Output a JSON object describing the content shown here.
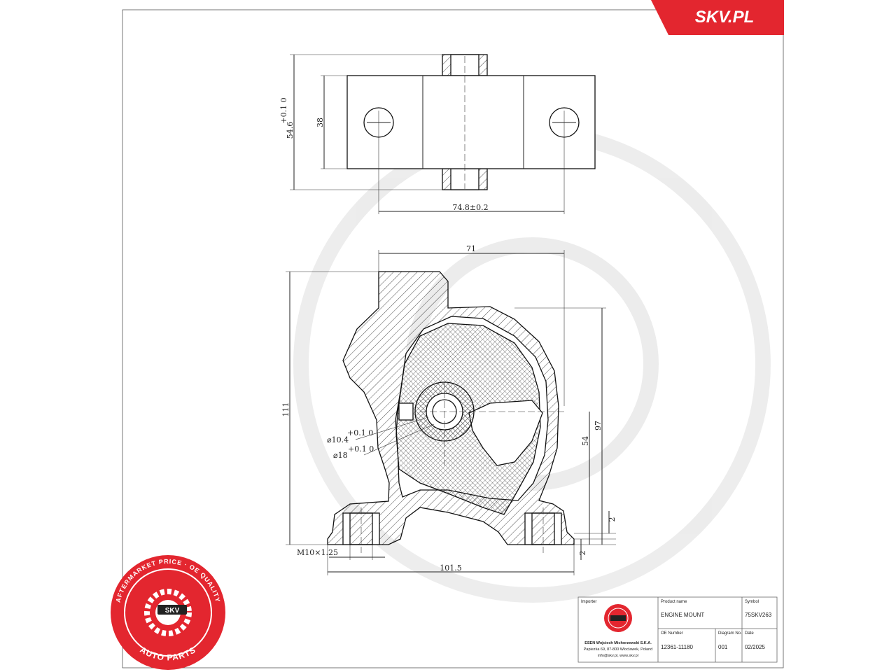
{
  "brand": {
    "logo_text": "SKV.PL",
    "accent_color": "#e3262f"
  },
  "badge": {
    "ring_text": "AFTERMARKET PRICE · OE QUALITY",
    "center_text": "SKV",
    "bottom_text": "AUTO PARTS",
    "color": "#e3262f"
  },
  "top_view": {
    "dim_height": "54.6",
    "dim_height_tol": "+0.1 0",
    "dim_inner": "38",
    "dim_holes": "74.8±0.2"
  },
  "side_view": {
    "dim_width_top": "71",
    "dim_height": "111",
    "dim_right": "97",
    "dim_center": "54",
    "dim_bore_small": "⌀10.4",
    "dim_bore_large": "⌀18",
    "dim_tol": "+0.1 0",
    "dim_thread": "M10×1.25",
    "dim_base": "101.5",
    "dim_small_a": "2",
    "dim_small_b": "2"
  },
  "title_block": {
    "importer_label": "Importer",
    "importer_name": "ESEN Wojciech Michorzewski S.K.A.",
    "importer_address": "Papiezka 69, 87-800 Wloclawek, Poland",
    "importer_contact": "info@skv.pl, www.skv.pl",
    "product_label": "Product name",
    "product_value": "ENGINE MOUNT",
    "symbol_label": "Symbol",
    "symbol_value": "75SKV263",
    "oe_label": "OE Number",
    "oe_value": "12361-11180",
    "diagram_label": "Diagram No.",
    "diagram_value": "001",
    "date_label": "Date",
    "date_value": "02/2025"
  }
}
